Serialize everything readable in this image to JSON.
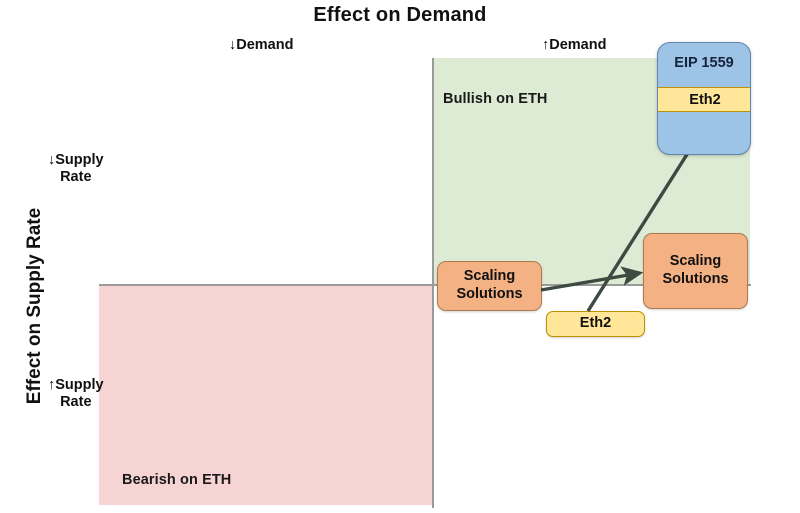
{
  "chart_data": {
    "type": "scatter",
    "title": "Effect on Demand",
    "xlabel": "Effect on Demand",
    "ylabel": "Effect on Supply Rate",
    "x_axis_ticks": [
      "↓Demand",
      "↑Demand"
    ],
    "y_axis_ticks": [
      "↓Supply Rate",
      "↑Supply Rate"
    ],
    "grid": false,
    "legend": "none",
    "quadrants": [
      {
        "name": "bullish",
        "label": "Bullish on ETH",
        "color": "#DDEBD4",
        "x_direction": "↑Demand",
        "y_direction": "↓Supply Rate"
      },
      {
        "name": "bearish",
        "label": "Bearish on ETH",
        "color": "#F6D4D3",
        "x_direction": "↓Demand",
        "y_direction": "↑Supply Rate"
      }
    ],
    "nodes": [
      {
        "id": "scaling-solutions-current",
        "label": "Scaling Solutions",
        "label_lines": [
          "Scaling",
          "Solutions"
        ],
        "color": "#F4B183",
        "position": "origin, straddling axis"
      },
      {
        "id": "scaling-solutions-future",
        "label": "Scaling Solutions",
        "label_lines": [
          "Scaling",
          "Solutions"
        ],
        "color": "#F4B183",
        "position": "bullish quadrant, increased demand"
      },
      {
        "id": "eth2-current",
        "label": "Eth2",
        "label_lines": [
          "Eth2"
        ],
        "color": "#FFE699",
        "position": "below axis, neutral demand"
      },
      {
        "id": "eip-1559",
        "label": "EIP 1559",
        "label_lines": [
          "EIP 1559"
        ],
        "color": "#9DC3E6",
        "position": "top right, bullish quadrant",
        "contains": {
          "id": "eth2-future",
          "label": "Eth2",
          "color": "#FFE699"
        }
      }
    ],
    "arrows": [
      {
        "from": "scaling-solutions-current",
        "to": "scaling-solutions-future",
        "color": "#3C4A42"
      },
      {
        "from": "eth2-current",
        "to": "eip-1559",
        "color": "#3C4A42"
      }
    ]
  },
  "title": {
    "text": "Effect on Demand"
  },
  "axes": {
    "y_label": "Effect on Supply Rate",
    "demand_down": "↓Demand",
    "demand_up": "↑Demand",
    "supply_down_line1": "↓Supply",
    "supply_down_line2": "Rate",
    "supply_up_line1": "↑Supply",
    "supply_up_line2": "Rate"
  },
  "quadrants": {
    "bullish_label": "Bullish on ETH",
    "bearish_label": "Bearish on ETH"
  },
  "nodes": {
    "scaling_left_line1": "Scaling",
    "scaling_left_line2": "Solutions",
    "scaling_right_line1": "Scaling",
    "scaling_right_line2": "Solutions",
    "eth2_low": "Eth2",
    "eip_title": "EIP 1559",
    "eth2_high": "Eth2"
  },
  "colors": {
    "bullish_fill": "#DDEBD4",
    "bearish_fill": "#F6D4D3",
    "orange_node": "#F4B183",
    "yellow_node": "#FFE699",
    "blue_node": "#9DC3E6",
    "arrow": "#3C4A42",
    "axis": "#9A9A9A"
  }
}
